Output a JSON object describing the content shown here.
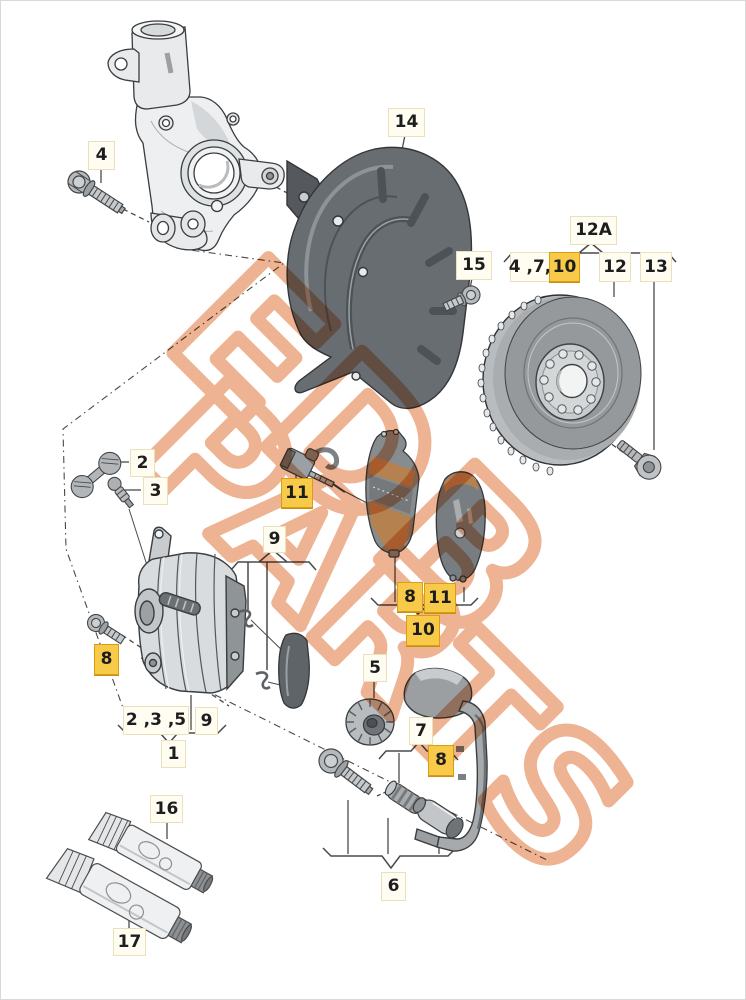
{
  "diagram": {
    "type": "exploded-parts-diagram",
    "subject": "front brake assembly"
  },
  "watermark": {
    "text": "EDB PARTS",
    "line1": "EDB",
    "line2": "PARTS",
    "color": "#e9a077"
  },
  "colors": {
    "highlight_box": "#f8ca49",
    "highlight_border": "#da9d12",
    "plain_box": "#fffdf1",
    "plain_border": "#eae1ba",
    "line": "#4a4a4a",
    "friction_pad": "#b5814e"
  },
  "highlighted_items": [
    "8",
    "10",
    "11"
  ],
  "labels": {
    "l4": {
      "text": "4"
    },
    "l14": {
      "text": "14"
    },
    "l15": {
      "text": "15"
    },
    "l12A": {
      "text": "12A"
    },
    "l47": {
      "text": "4 ,7,"
    },
    "l10a": {
      "text": "10"
    },
    "l12": {
      "text": "12"
    },
    "l13": {
      "text": "13"
    },
    "l2": {
      "text": "2"
    },
    "l3": {
      "text": "3"
    },
    "l11a": {
      "text": "11"
    },
    "l9a": {
      "text": "9"
    },
    "l8a": {
      "text": "8"
    },
    "l235": {
      "text": "2 ,3 ,5"
    },
    "l9b": {
      "text": "9"
    },
    "l1": {
      "text": "1"
    },
    "l5": {
      "text": "5"
    },
    "l7": {
      "text": "7"
    },
    "l8b": {
      "text": "8"
    },
    "l8c": {
      "text": "8"
    },
    "l11b": {
      "text": "11"
    },
    "l10b": {
      "text": "10"
    },
    "l6": {
      "text": "6"
    },
    "l16": {
      "text": "16"
    },
    "l17": {
      "text": "17"
    }
  }
}
